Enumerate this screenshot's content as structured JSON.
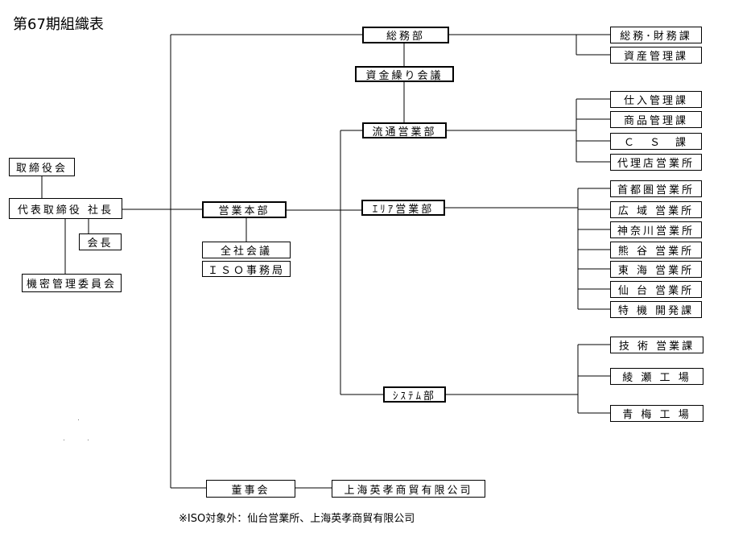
{
  "title": "第67期組織表",
  "footnote": "※ISO対象外：仙台営業所、上海英孝商貿有限公司",
  "nodes": {
    "torishimariyakukai": "取締役会",
    "shacho": "代表取締役 社長",
    "kaicho": "会長",
    "kimitsu": "機密管理委員会",
    "eigyo_honbu": "営業本部",
    "zensha_kaigi": "全社会議",
    "iso_jimukyoku": "ＩＳＯ事務局",
    "somubu": "総務部",
    "shikin_kaigi": "資金繰り会議",
    "ryutsu": "流通営業部",
    "area": "ｴﾘｱ営業部",
    "system": "ｼｽﾃﾑ部",
    "toujikai": "董事会",
    "shanghai": "上海英孝商貿有限公司",
    "somu_zaimu": "総務･財務課",
    "shisan": "資産管理課",
    "shiire": "仕入管理課",
    "shohin": "商品管理課",
    "cs": "Ｃ　Ｓ　課",
    "dairiten": "代理店営業所",
    "shutoken": "首都圏営業所",
    "koiki": "広 域 営業所",
    "kanagawa": "神奈川営業所",
    "kumagaya": "熊 谷 営業所",
    "tokai": "東 海 営業所",
    "sendai": "仙 台 営業所",
    "tokki": "特 機 開発課",
    "gijutsu": "技 術 営業課",
    "ayase": "綾 瀬 工 場",
    "ome": "青 梅 工 場"
  }
}
